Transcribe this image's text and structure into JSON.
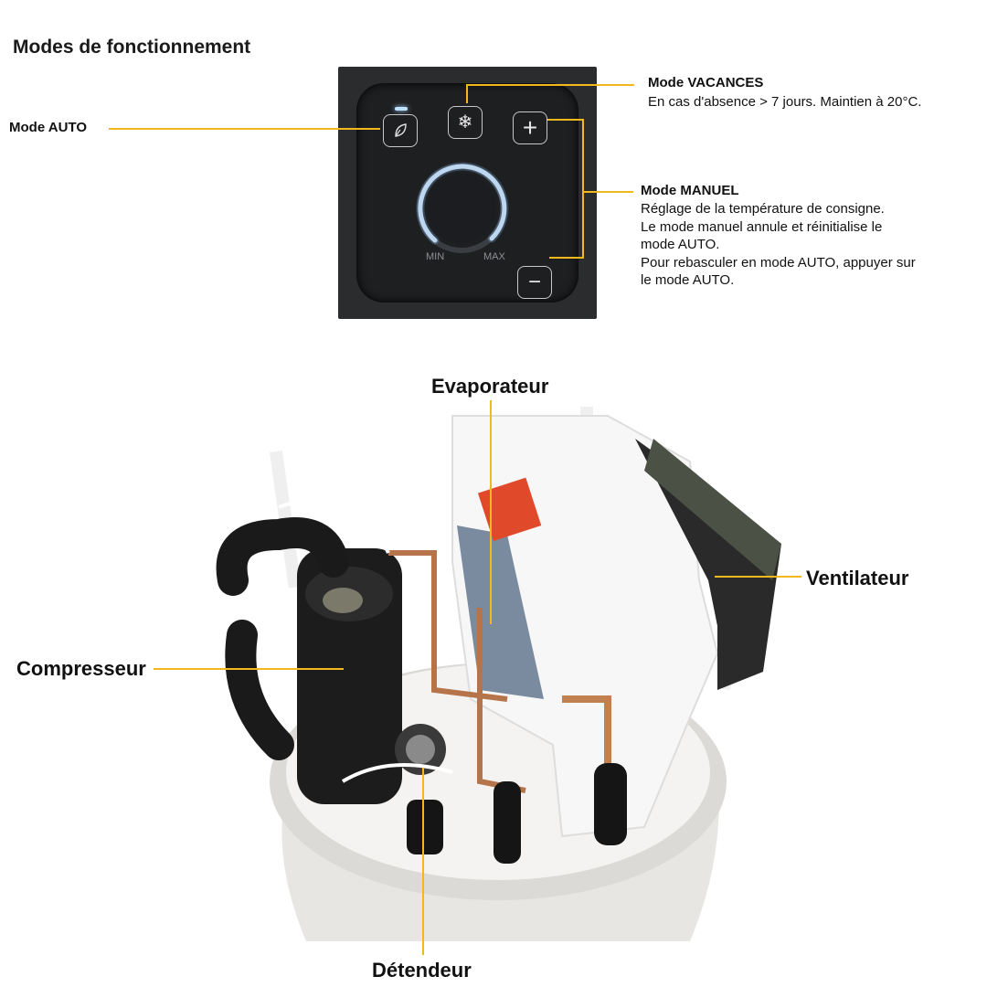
{
  "heading": "Modes de fonctionnement",
  "panel": {
    "min_label": "MIN",
    "max_label": "MAX",
    "plus_symbol": "+",
    "minus_symbol": "−",
    "snow_symbol": "❄"
  },
  "modes": {
    "auto": {
      "title": "Mode AUTO"
    },
    "vacances": {
      "title": "Mode VACANCES",
      "description": "En cas d'absence > 7 jours. Maintien à 20°C."
    },
    "manuel": {
      "title": "Mode MANUEL",
      "lines": [
        "Réglage de la température de consigne.",
        "Le mode manuel annule et réinitialise le",
        "mode AUTO.",
        "Pour rebasculer en mode AUTO, appuyer sur",
        "le mode AUTO."
      ]
    }
  },
  "components": {
    "evaporateur": "Evaporateur",
    "ventilateur": "Ventilateur",
    "compresseur": "Compresseur",
    "detendeur": "Détendeur"
  },
  "colors": {
    "callout": "#f2b81e",
    "panel_bg": "#2b2c2e",
    "led": "#bfe3ff",
    "ring": "#dfeeff"
  }
}
